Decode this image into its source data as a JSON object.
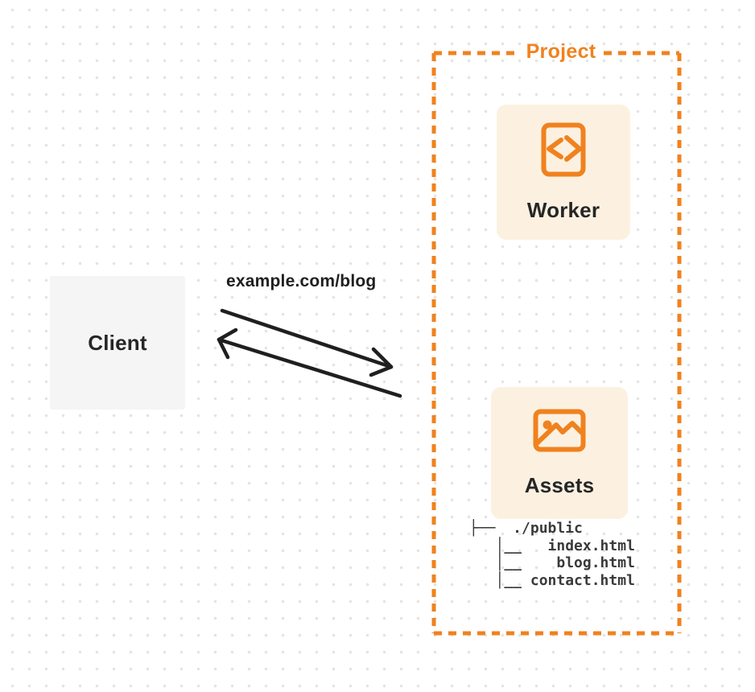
{
  "colors": {
    "orange": "#F0821E",
    "cardBg": "#FCF1E1",
    "clientBg": "#F5F5F6",
    "ink": "#262626",
    "arrow": "#1F1F1F",
    "dot": "#E4E4E4",
    "treeInk": "#3A3A3A"
  },
  "client": {
    "label": "Client"
  },
  "request": {
    "label": "example.com/blog"
  },
  "project": {
    "label": "Project",
    "worker": {
      "label": "Worker",
      "icon": "code-file-icon"
    },
    "assets": {
      "label": "Assets",
      "icon": "image-icon",
      "file_tree": "├──  ./public\n   │__   index.html\n   │__    blog.html\n   │__ contact.html"
    }
  }
}
